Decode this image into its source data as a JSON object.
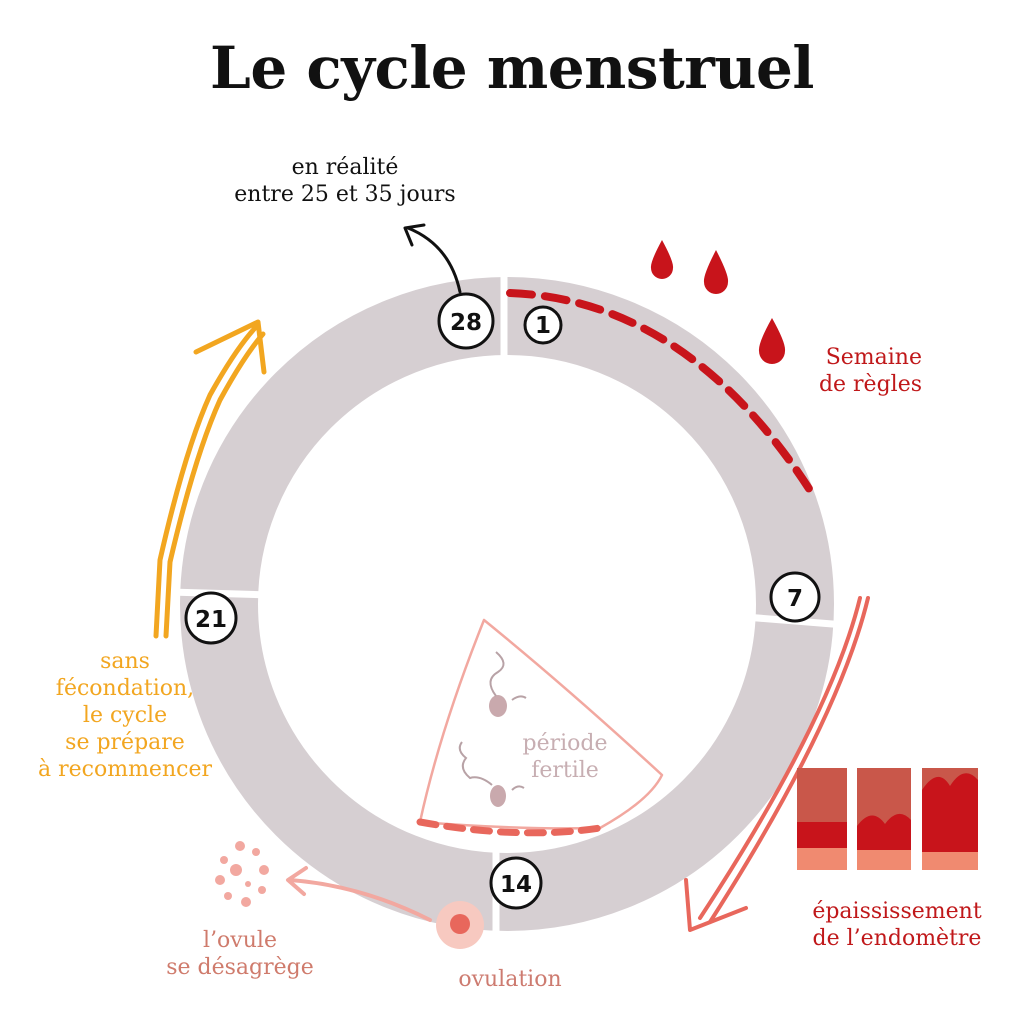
{
  "title": "Le cycle menstruel",
  "days": [
    "1",
    "7",
    "14",
    "21",
    "28"
  ],
  "duration_note": {
    "line1": "en réalité",
    "line2": "entre 25 et 35 jours"
  },
  "menses": {
    "line1": "Semaine",
    "line2": "de règles"
  },
  "endometrium": {
    "line1": "épaississement",
    "line2": "de l’endomètre"
  },
  "fertile": {
    "line1": "période",
    "line2": "fertile"
  },
  "ovulation": "ovulation",
  "ovum": {
    "line1": "l’ovule",
    "line2": "se désagrège"
  },
  "restart": {
    "line1": "sans",
    "line2": "fécondation,",
    "line3": "le cycle",
    "line4": "se prépare",
    "line5": "à recommencer"
  },
  "colors": {
    "ring": "#d6cfd2",
    "blood": "#c8141b",
    "menses_text": "#c0181a",
    "endometrium_arrow": "#e8675c",
    "orange": "#f2a620",
    "fertile_text": "#c7aeb2",
    "fertile_outline": "#f2a8a0",
    "ovulation_text": "#cd7b70",
    "ovum_text": "#cf7b6c"
  }
}
